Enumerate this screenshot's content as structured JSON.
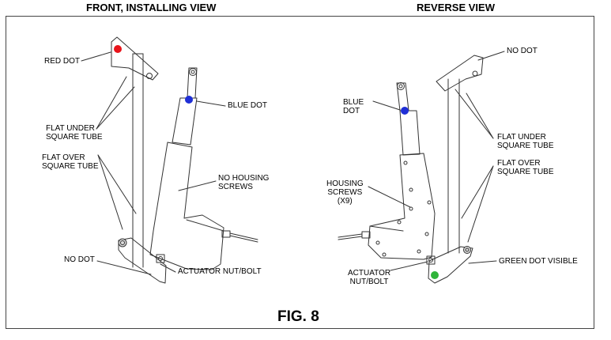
{
  "headings": {
    "front": "FRONT, INSTALLING VIEW",
    "reverse": "REVERSE VIEW"
  },
  "front_labels": {
    "red_dot": "RED DOT",
    "blue_dot": "BLUE DOT",
    "flat_under_1": "FLAT UNDER",
    "flat_under_2": "SQUARE TUBE",
    "flat_over_1": "FLAT OVER",
    "flat_over_2": "SQUARE TUBE",
    "no_housing_1": "NO HOUSING",
    "no_housing_2": "SCREWS",
    "no_dot": "NO DOT",
    "actuator_nut": "ACTUATOR NUT/BOLT"
  },
  "reverse_labels": {
    "no_dot": "NO DOT",
    "blue_dot_1": "BLUE",
    "blue_dot_2": "DOT",
    "flat_under_1": "FLAT UNDER",
    "flat_under_2": "SQUARE TUBE",
    "flat_over_1": "FLAT OVER",
    "flat_over_2": "SQUARE TUBE",
    "housing_1": "HOUSING",
    "housing_2": "SCREWS",
    "housing_3": "(X9)",
    "actuator_1": "ACTUATOR",
    "actuator_2": "NUT/BOLT",
    "green_dot": "GREEN DOT VISIBLE"
  },
  "figure_label": "FIG. 8",
  "colors": {
    "red_dot": "#e8141b",
    "blue_dot": "#1f2fd6",
    "green_dot": "#2fb43a",
    "line": "#333333"
  }
}
